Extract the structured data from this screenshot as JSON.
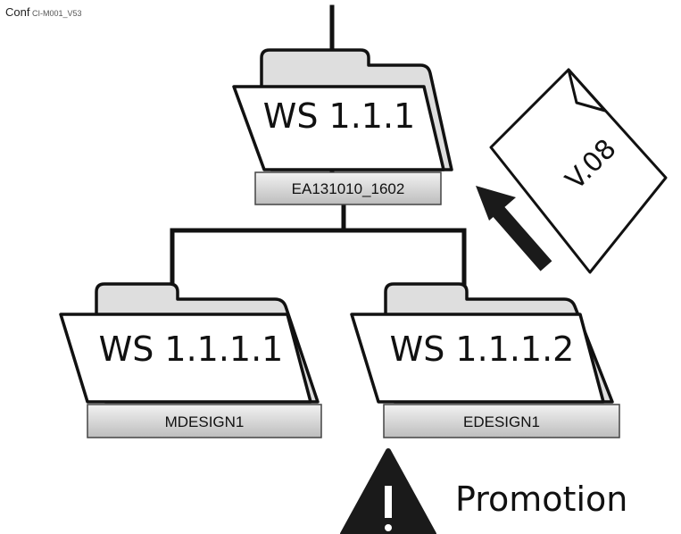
{
  "header": {
    "visible_text": "Conf",
    "faded_text": "                  CI-M001_V53"
  },
  "tree": {
    "root": {
      "folder_label": "WS 1.1.1",
      "tag": "EA131010_1602"
    },
    "children": [
      {
        "folder_label": "WS 1.1.1.1",
        "tag": "MDESIGN1"
      },
      {
        "folder_label": "WS 1.1.1.2",
        "tag": "EDESIGN1"
      }
    ]
  },
  "document": {
    "label": "V.08"
  },
  "warning": {
    "label": "Promotion"
  },
  "icons": [
    "folder-icon",
    "document-icon",
    "arrow-up-left-icon",
    "warning-icon"
  ]
}
